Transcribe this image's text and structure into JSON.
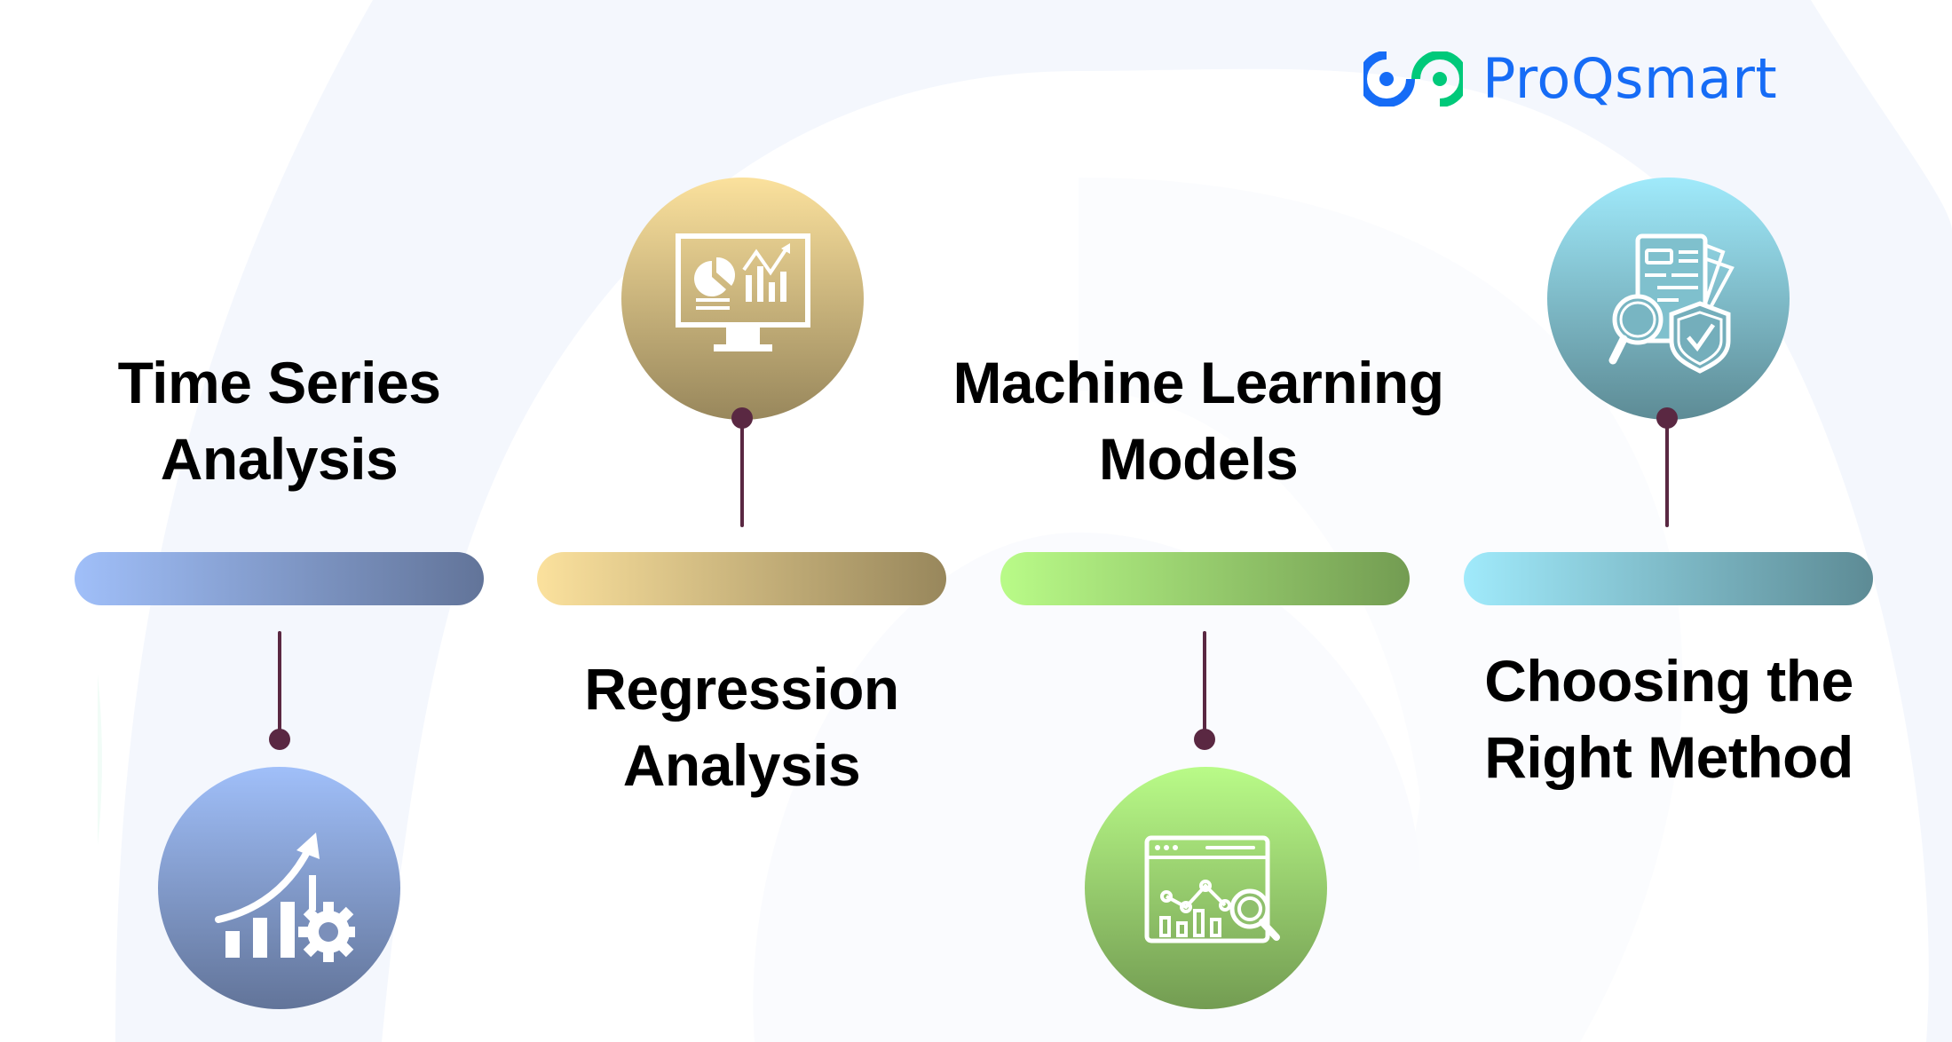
{
  "brand": {
    "name": "ProQsmart",
    "text_color": "#166cf6",
    "mark_colors": [
      "#166cf6",
      "#00c97a"
    ]
  },
  "connector_color": "#5a2842",
  "steps": [
    {
      "title_lines": [
        "Time Series",
        "Analysis"
      ],
      "icon": "growth-chart-gear-icon",
      "gradient": [
        "#a0bff9",
        "#627499"
      ],
      "label_position": "above",
      "icon_position": "below"
    },
    {
      "title_lines": [
        "Regression",
        "Analysis"
      ],
      "icon": "monitor-analytics-icon",
      "gradient": [
        "#fbe19d",
        "#98875c"
      ],
      "label_position": "below",
      "icon_position": "above"
    },
    {
      "title_lines": [
        "Machine Learning",
        "Models"
      ],
      "icon": "browser-chart-search-icon",
      "gradient": [
        "#b9fb88",
        "#739c52"
      ],
      "label_position": "above",
      "icon_position": "below"
    },
    {
      "title_lines": [
        "Choosing the",
        "Right Method"
      ],
      "icon": "document-search-shield-icon",
      "gradient": [
        "#a0eafb",
        "#5d8b95"
      ],
      "label_position": "below",
      "icon_position": "above"
    }
  ]
}
